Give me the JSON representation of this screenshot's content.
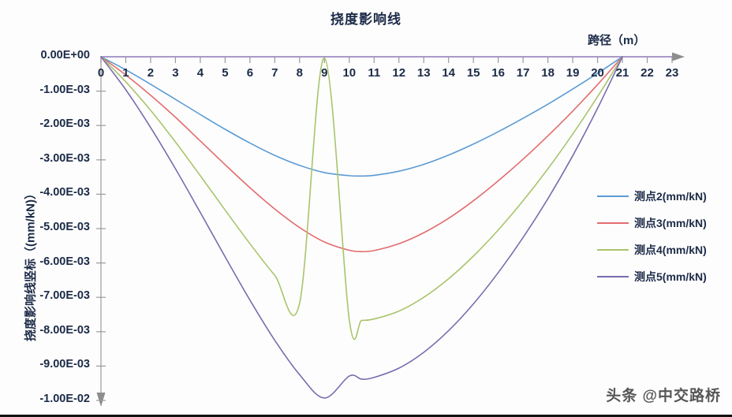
{
  "chart_data": {
    "type": "line",
    "title": "挠度影响线",
    "xlabel": "跨径（m）",
    "ylabel": "挠度影响线竖标（(mm/kN)）",
    "xlim": [
      0,
      23
    ],
    "ylim": [
      -0.01,
      0
    ],
    "xticks": [
      0,
      1,
      2,
      3,
      4,
      5,
      6,
      7,
      8,
      9,
      10,
      11,
      12,
      13,
      14,
      15,
      16,
      17,
      18,
      19,
      20,
      21,
      22,
      23
    ],
    "xtick_labels": [
      "0",
      "1",
      "2",
      "3",
      "4",
      "5",
      "6",
      "7",
      "8",
      "9",
      "10",
      "11",
      "12",
      "13",
      "14",
      "15",
      "16",
      "17",
      "18",
      "19",
      "20",
      "21",
      "22",
      "23"
    ],
    "yticks": [
      0,
      -0.001,
      -0.002,
      -0.003,
      -0.004,
      -0.005,
      -0.006,
      -0.007,
      -0.008,
      -0.009,
      -0.01
    ],
    "ytick_labels": [
      "0.00E+00",
      "-1.00E-03",
      "-2.00E-03",
      "-3.00E-03",
      "-4.00E-03",
      "-5.00E-03",
      "-6.00E-03",
      "-7.00E-03",
      "-8.00E-03",
      "-9.00E-03",
      "-1.00E-02"
    ],
    "grid": false,
    "legend_position": "right",
    "x": [
      0,
      1,
      2,
      3,
      4,
      5,
      6,
      7,
      8,
      9,
      10,
      10.5,
      11,
      12,
      13,
      14,
      15,
      16,
      17,
      18,
      19,
      20,
      21
    ],
    "series": [
      {
        "name": "测点2(mm/kN)",
        "color": "#5B9BD5",
        "values": [
          0,
          -0.00038,
          -0.0008,
          -0.00124,
          -0.00168,
          -0.00211,
          -0.00251,
          -0.00287,
          -0.00316,
          -0.00337,
          -0.00346,
          -0.00347,
          -0.00345,
          -0.00333,
          -0.00313,
          -0.00286,
          -0.00254,
          -0.00218,
          -0.00179,
          -0.00138,
          -0.00094,
          -0.00048,
          0
        ]
      },
      {
        "name": "测点3(mm/kN)",
        "color": "#E36C6E",
        "values": [
          0,
          -0.00053,
          -0.00112,
          -0.00176,
          -0.00245,
          -0.00314,
          -0.00381,
          -0.00443,
          -0.00497,
          -0.00539,
          -0.00563,
          -0.00567,
          -0.00564,
          -0.00544,
          -0.00512,
          -0.0047,
          -0.00419,
          -0.00361,
          -0.00298,
          -0.0023,
          -0.00158,
          -0.00081,
          0
        ]
      },
      {
        "name": "测点4(mm/kN)",
        "color": "#A9C46C",
        "values": [
          0,
          -0.00073,
          -0.00156,
          -0.00248,
          -0.00346,
          -0.00446,
          -0.00544,
          -0.00636,
          -0.00717,
          -3.8e-05,
          -0.00765,
          -0.00767,
          -0.00763,
          -0.0074,
          -0.007,
          -0.00646,
          -0.0058,
          -0.00504,
          -0.00419,
          -0.00326,
          -0.00225,
          -0.00116,
          0
        ]
      },
      {
        "name": "测点5(mm/kN)",
        "color": "#7B6BAF",
        "values": [
          0,
          -0.00096,
          -0.00206,
          -0.00326,
          -0.00453,
          -0.00582,
          -0.00708,
          -0.00825,
          -0.00925,
          -0.00993,
          -0.00929,
          -0.00938,
          -0.00933,
          -0.00906,
          -0.0086,
          -0.00797,
          -0.00719,
          -0.00628,
          -0.00526,
          -0.00413,
          -0.00288,
          -0.0015,
          0
        ]
      }
    ]
  },
  "watermark": {
    "text": "头条 @中交路桥"
  }
}
